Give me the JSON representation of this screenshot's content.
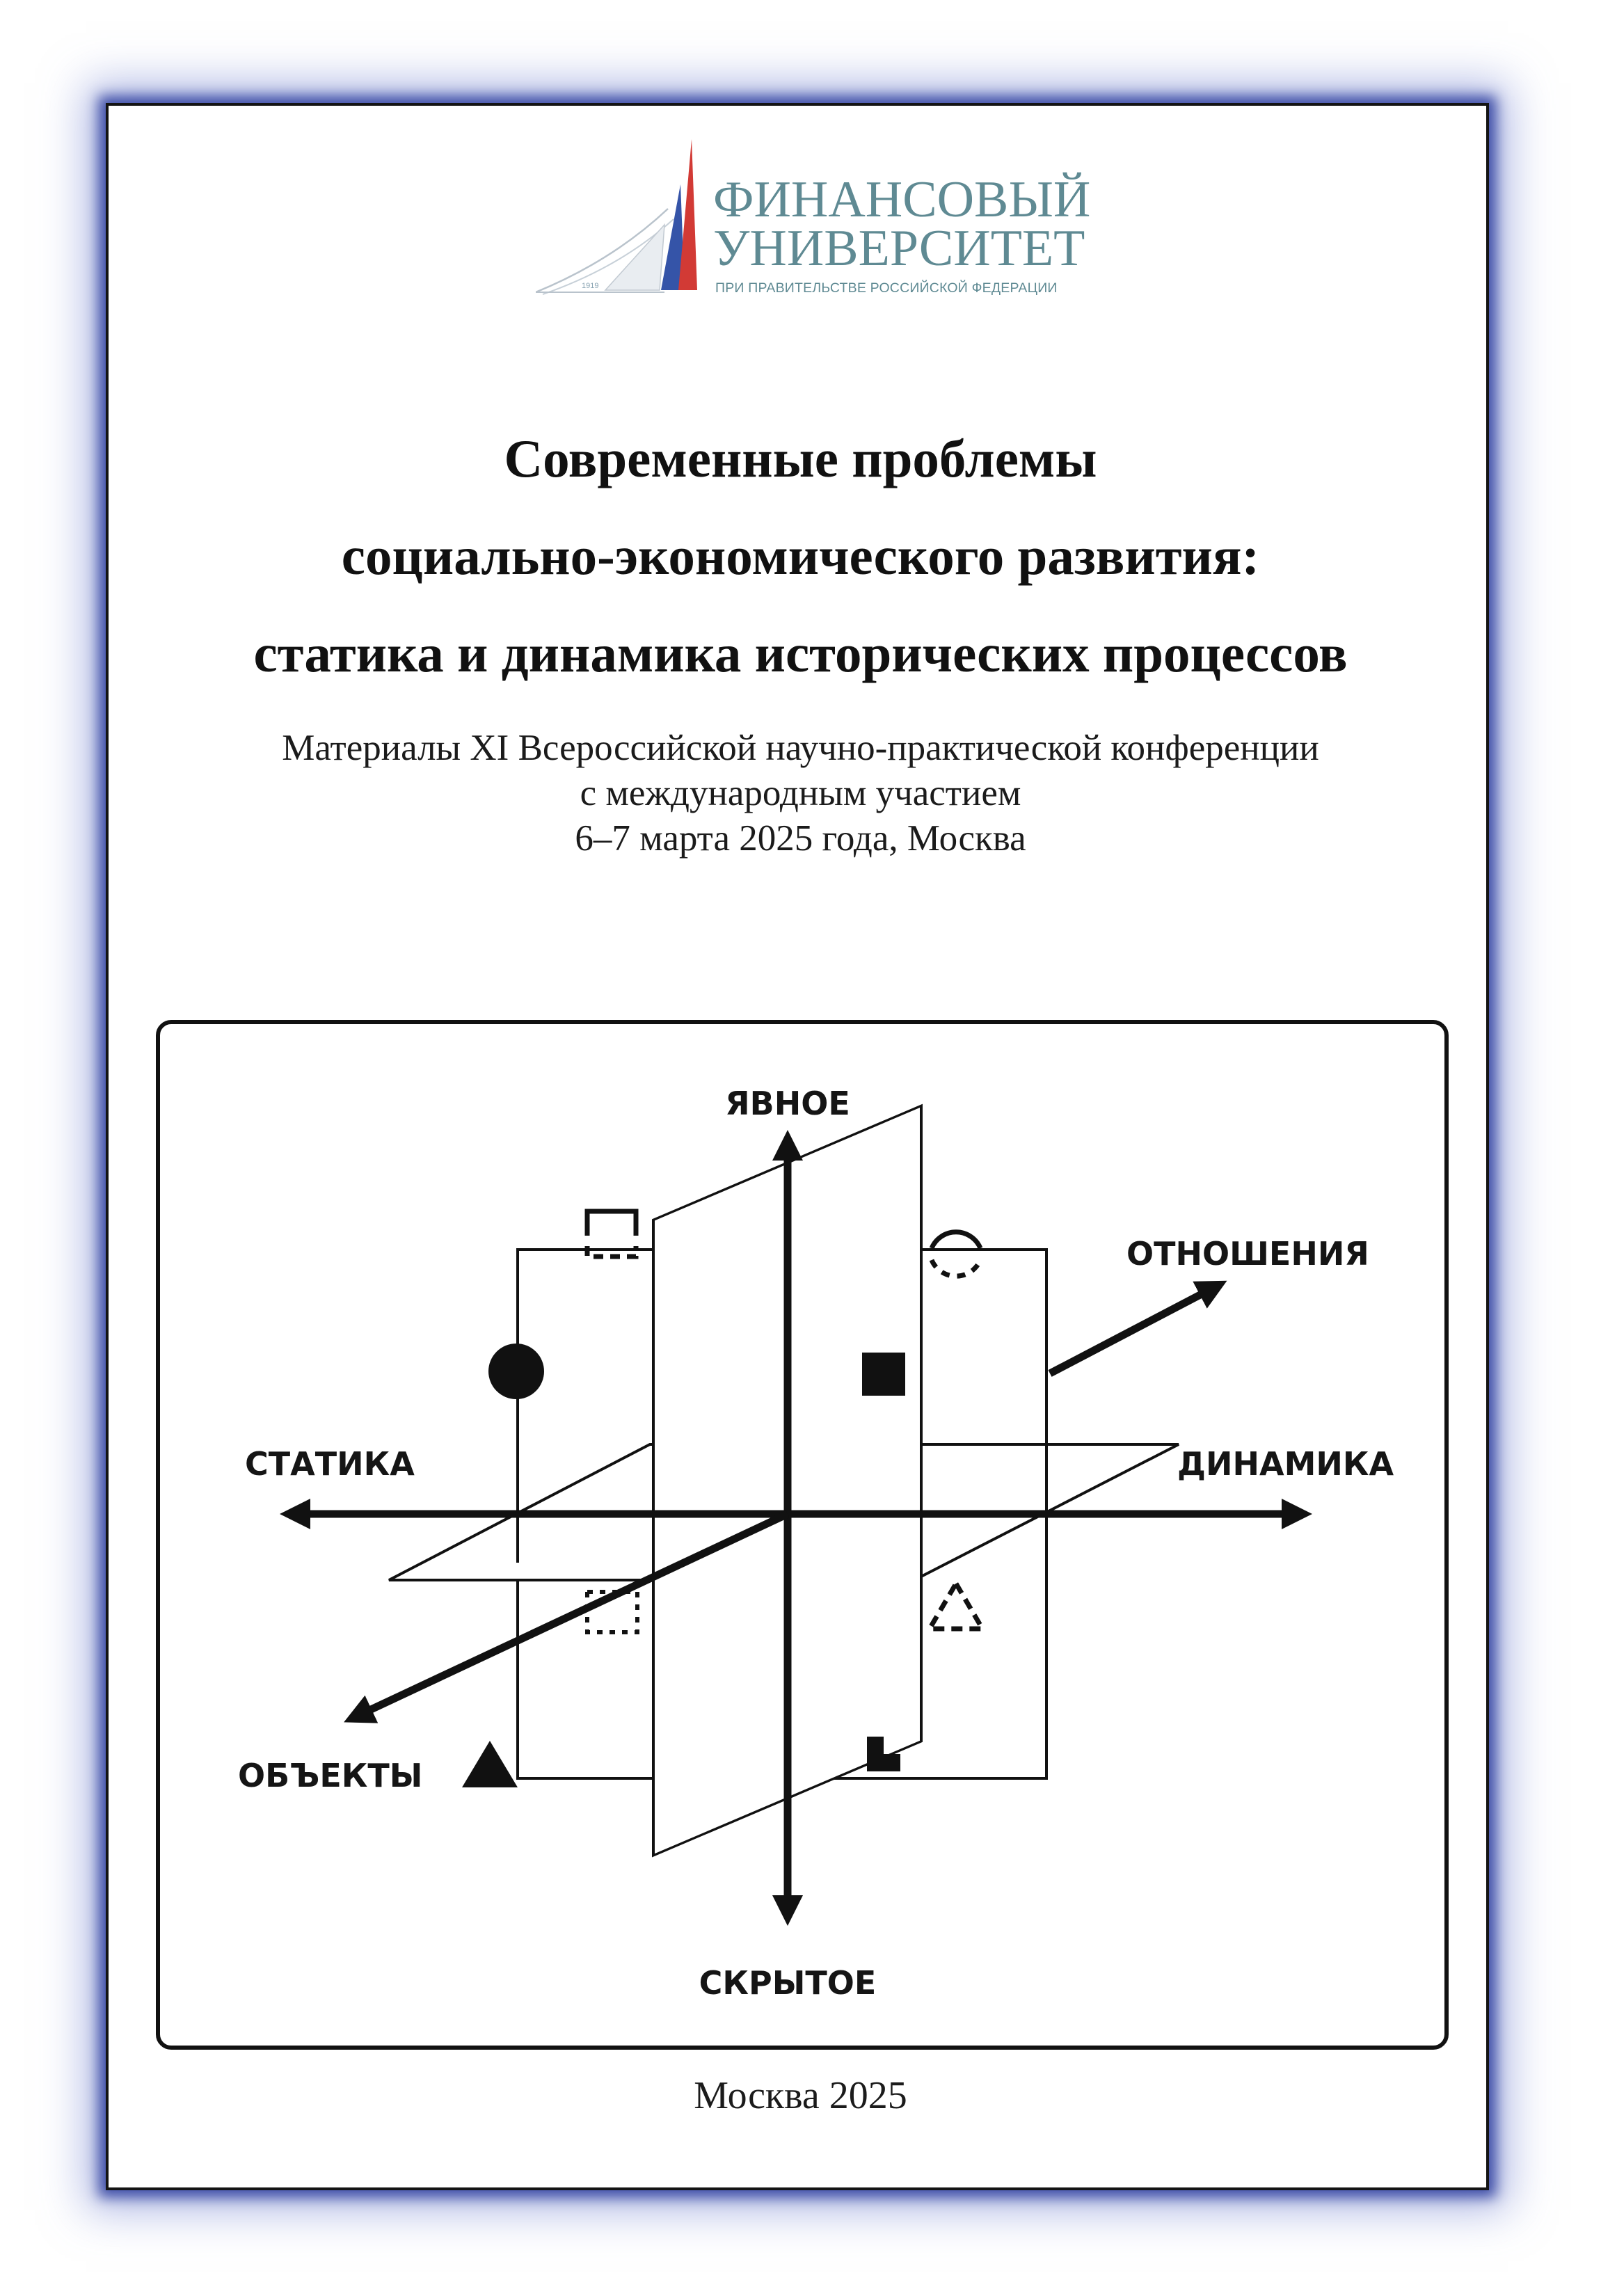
{
  "logo": {
    "line1": "ФИНАНСОВЫЙ",
    "line2": "УНИВЕРСИТЕТ",
    "line3": "ПРИ ПРАВИТЕЛЬСТВЕ РОССИЙСКОЙ ФЕДЕРАЦИИ",
    "year": "1919",
    "colors": {
      "text": "#5f8a93",
      "red": "#d23a35",
      "blue": "#3554a8"
    }
  },
  "title": {
    "line1": "Современные проблемы",
    "line2": "социально-экономического развития:",
    "line3": "статика и динамика исторических процессов"
  },
  "subtitle": {
    "line1": "Материалы XI Всероссийской научно-практической конференции",
    "line2": "с международным участием",
    "line3": "6–7  марта 2025 года, Москва"
  },
  "diagram": {
    "axes": {
      "top": "ЯВНОЕ",
      "bottom": "СКРЫТОЕ",
      "left": "СТАТИКА",
      "right": "ДИНАМИКА",
      "diagonal_up": "ОТНОШЕНИЯ",
      "diagonal_down": "ОБЪЕКТЫ"
    },
    "symbols": [
      "dashed-square-icon",
      "dashed-circle-icon",
      "filled-circle-icon",
      "filled-square-icon",
      "dotted-square-icon",
      "dashed-triangle-icon",
      "filled-triangle-icon",
      "l-shape-icon"
    ]
  },
  "footer": {
    "text": "Москва 2025"
  },
  "colors": {
    "frame_glow": "#3444a2",
    "ink": "#111111"
  }
}
